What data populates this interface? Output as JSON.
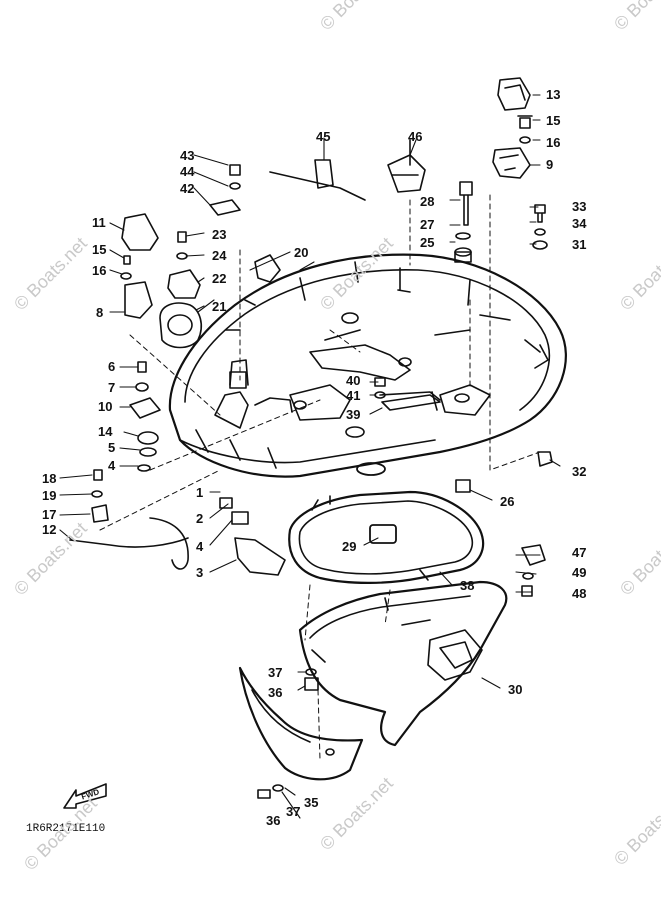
{
  "diagram": {
    "parts": [
      {
        "id": "c1",
        "label": "1"
      },
      {
        "id": "c2",
        "label": "2"
      },
      {
        "id": "c3",
        "label": "3"
      },
      {
        "id": "c4a",
        "label": "4"
      },
      {
        "id": "c4b",
        "label": "4"
      },
      {
        "id": "c5",
        "label": "5"
      },
      {
        "id": "c6",
        "label": "6"
      },
      {
        "id": "c7",
        "label": "7"
      },
      {
        "id": "c8",
        "label": "8"
      },
      {
        "id": "c9",
        "label": "9"
      },
      {
        "id": "c10",
        "label": "10"
      },
      {
        "id": "c11",
        "label": "11"
      },
      {
        "id": "c12",
        "label": "12"
      },
      {
        "id": "c13",
        "label": "13"
      },
      {
        "id": "c14",
        "label": "14"
      },
      {
        "id": "c15a",
        "label": "15"
      },
      {
        "id": "c15b",
        "label": "15"
      },
      {
        "id": "c16a",
        "label": "16"
      },
      {
        "id": "c16b",
        "label": "16"
      },
      {
        "id": "c17",
        "label": "17"
      },
      {
        "id": "c18",
        "label": "18"
      },
      {
        "id": "c19",
        "label": "19"
      },
      {
        "id": "c20",
        "label": "20"
      },
      {
        "id": "c21",
        "label": "21"
      },
      {
        "id": "c22",
        "label": "22"
      },
      {
        "id": "c23",
        "label": "23"
      },
      {
        "id": "c24",
        "label": "24"
      },
      {
        "id": "c25",
        "label": "25"
      },
      {
        "id": "c26",
        "label": "26"
      },
      {
        "id": "c27",
        "label": "27"
      },
      {
        "id": "c28",
        "label": "28"
      },
      {
        "id": "c29",
        "label": "29"
      },
      {
        "id": "c30",
        "label": "30"
      },
      {
        "id": "c31",
        "label": "31"
      },
      {
        "id": "c32",
        "label": "32"
      },
      {
        "id": "c33",
        "label": "33"
      },
      {
        "id": "c34",
        "label": "34"
      },
      {
        "id": "c35",
        "label": "35"
      },
      {
        "id": "c36a",
        "label": "36"
      },
      {
        "id": "c36b",
        "label": "36"
      },
      {
        "id": "c37a",
        "label": "37"
      },
      {
        "id": "c37b",
        "label": "37"
      },
      {
        "id": "c38",
        "label": "38"
      },
      {
        "id": "c39",
        "label": "39"
      },
      {
        "id": "c40",
        "label": "40"
      },
      {
        "id": "c41",
        "label": "41"
      },
      {
        "id": "c42",
        "label": "42"
      },
      {
        "id": "c43",
        "label": "43"
      },
      {
        "id": "c44",
        "label": "44"
      },
      {
        "id": "c45",
        "label": "45"
      },
      {
        "id": "c46",
        "label": "46"
      },
      {
        "id": "c47",
        "label": "47"
      },
      {
        "id": "c48",
        "label": "48"
      },
      {
        "id": "c49",
        "label": "49"
      }
    ],
    "fwd_label": "FWD",
    "drawing_code": "1R6R2171E110",
    "watermark": "© Boats.net",
    "colors": {
      "ink": "#111111",
      "watermark": "#c9c9c9",
      "paper": "#ffffff"
    }
  }
}
